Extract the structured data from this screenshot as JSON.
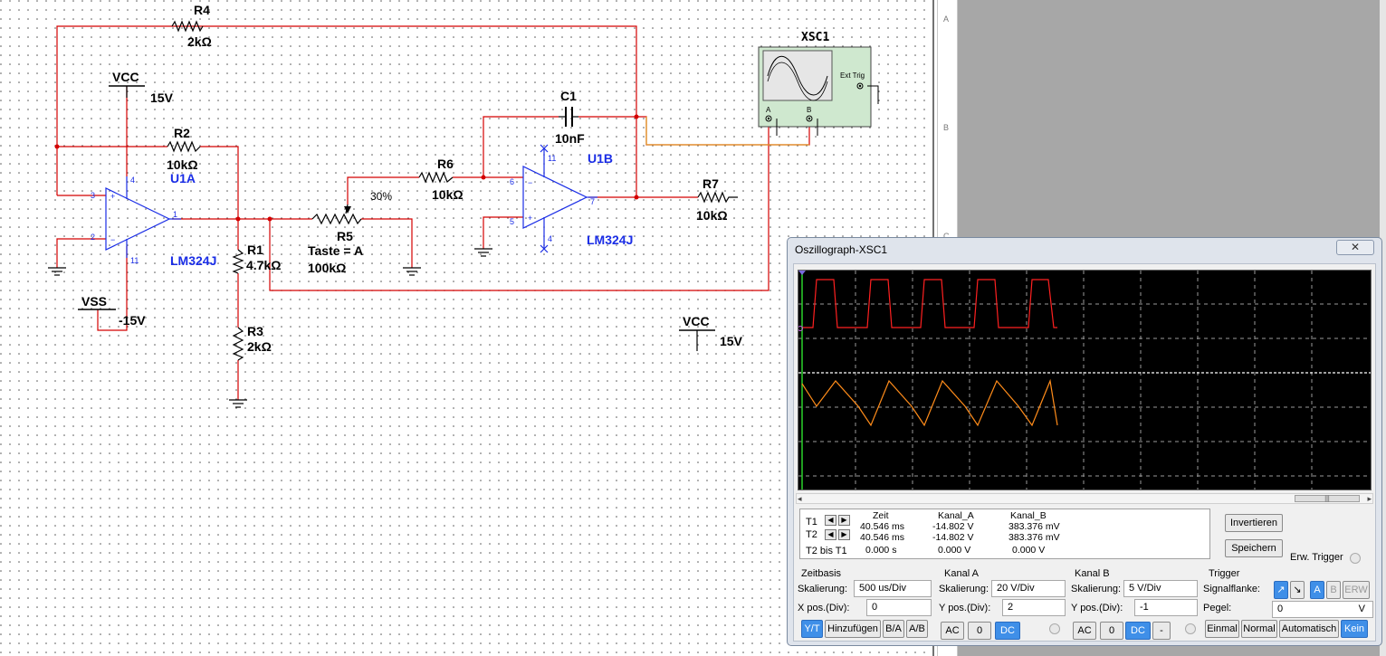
{
  "schematic": {
    "r4": {
      "name": "R4",
      "value": "2kΩ"
    },
    "r2": {
      "name": "R2",
      "value": "10kΩ"
    },
    "r1": {
      "name": "R1",
      "value": "4.7kΩ"
    },
    "r3": {
      "name": "R3",
      "value": "2kΩ"
    },
    "r5": {
      "name": "R5",
      "key": "Taste = A",
      "value": "100kΩ",
      "percent": "30%"
    },
    "r6": {
      "name": "R6",
      "value": "10kΩ"
    },
    "r7": {
      "name": "R7",
      "value": "10kΩ"
    },
    "c1": {
      "name": "C1",
      "value": "10nF"
    },
    "u1a": {
      "name": "U1A",
      "part": "LM324J"
    },
    "u1b": {
      "name": "U1B",
      "part": "LM324J"
    },
    "vcc1": {
      "name": "VCC",
      "value": "15V"
    },
    "vss": {
      "name": "VSS",
      "value": "-15V"
    },
    "vcc2": {
      "name": "VCC",
      "value": "15V"
    },
    "xsc1": {
      "name": "XSC1",
      "ext_trig": "Ext Trig",
      "ch_a": "A",
      "ch_b": "B"
    },
    "pins": {
      "p3": "3",
      "p2": "2",
      "p4": "4",
      "p11": "11",
      "p1": "1",
      "p6": "6",
      "p5": "5",
      "p7": "7",
      "p11b": "11",
      "p4b": "4"
    }
  },
  "ruler": {
    "letters": [
      "A",
      "B",
      "C"
    ]
  },
  "oscilloscope": {
    "title": "Oszillograph-XSC1",
    "close": "✕",
    "scroll_grip": "|||",
    "cursors": {
      "t1": "T1",
      "t2": "T2",
      "t2_t1": "T2 bis T1",
      "headers": {
        "time": "Zeit",
        "ch_a": "Kanal_A",
        "ch_b": "Kanal_B"
      },
      "row_t1": {
        "time": "40.546 ms",
        "ch_a": "-14.802 V",
        "ch_b": "383.376 mV"
      },
      "row_t2": {
        "time": "40.546 ms",
        "ch_a": "-14.802 V",
        "ch_b": "383.376 mV"
      },
      "row_diff": {
        "time": "0.000 s",
        "ch_a": "0.000 V",
        "ch_b": "0.000 V"
      }
    },
    "buttons": {
      "invert": "Invertieren",
      "save": "Speichern",
      "ext_trigger": "Erw. Trigger"
    },
    "timebase": {
      "title": "Zeitbasis",
      "scale_label": "Skalierung:",
      "scale": "500 us/Div",
      "xpos_label": "X pos.(Div):",
      "xpos": "0",
      "modes": [
        "Y/T",
        "Hinzufügen",
        "B/A",
        "A/B"
      ]
    },
    "channel_a": {
      "title": "Kanal A",
      "scale_label": "Skalierung:",
      "scale": "20  V/Div",
      "ypos_label": "Y pos.(Div):",
      "ypos": "2",
      "coupling": [
        "AC",
        "0",
        "DC"
      ]
    },
    "channel_b": {
      "title": "Kanal B",
      "scale_label": "Skalierung:",
      "scale": "5  V/Div",
      "ypos_label": "Y pos.(Div):",
      "ypos": "-1",
      "coupling": [
        "AC",
        "0",
        "DC",
        "-"
      ]
    },
    "trigger": {
      "title": "Trigger",
      "edge_label": "Signalflanke:",
      "sources": [
        "A",
        "B",
        "ERW"
      ],
      "level_label": "Pegel:",
      "level": "0",
      "level_unit": "V",
      "modes": [
        "Einmal",
        "Normal",
        "Automatisch",
        "Kein"
      ]
    },
    "colors": {
      "channel_a": "#ff2020",
      "channel_b": "#ff8c1a",
      "screen": "#000000",
      "grid": "#9a9a9a"
    }
  }
}
